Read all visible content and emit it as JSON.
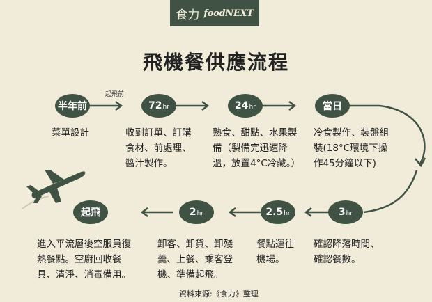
{
  "logo": {
    "zh": "食力",
    "en": "foodNEXT"
  },
  "title": "飛機餐供應流程",
  "pre_flight_label": "起飛前",
  "steps_top": [
    {
      "time": "半年前",
      "unit": "",
      "desc": [
        "菜單設計"
      ]
    },
    {
      "time": "72",
      "unit": "hr",
      "desc": [
        "收到訂單、訂購",
        "食材、前處理、",
        "醬汁製作。"
      ]
    },
    {
      "time": "24",
      "unit": "hr",
      "desc": [
        "熟食、甜點、水果製",
        "備（製備完迅速降",
        "溫，放置4°C冷藏。）"
      ]
    },
    {
      "time": "當日",
      "unit": "",
      "desc": [
        "冷食製作、裝盤組",
        "裝(18°C環境下操",
        "作45分鐘以下)"
      ]
    }
  ],
  "steps_bottom": [
    {
      "time": "3",
      "unit": "hr",
      "desc": [
        "確認降落時間、",
        "確認餐數。"
      ]
    },
    {
      "time": "2.5",
      "unit": "hr",
      "desc": [
        "餐點運往",
        "機場。"
      ]
    },
    {
      "time": "2",
      "unit": "hr",
      "desc": [
        "卸客、卸貨、卸殘",
        "羹、上餐、乘客登",
        "機、準備起飛。"
      ]
    },
    {
      "time": "起飛",
      "unit": "",
      "desc": [
        "進入平流層後空服員復",
        "熱餐點。空廚回收餐",
        "具、清淨、消毒備用。"
      ]
    }
  ],
  "source": "資料來源:《食力》整理",
  "colors": {
    "node": "#3f5244",
    "background": "#f1ebd9"
  }
}
